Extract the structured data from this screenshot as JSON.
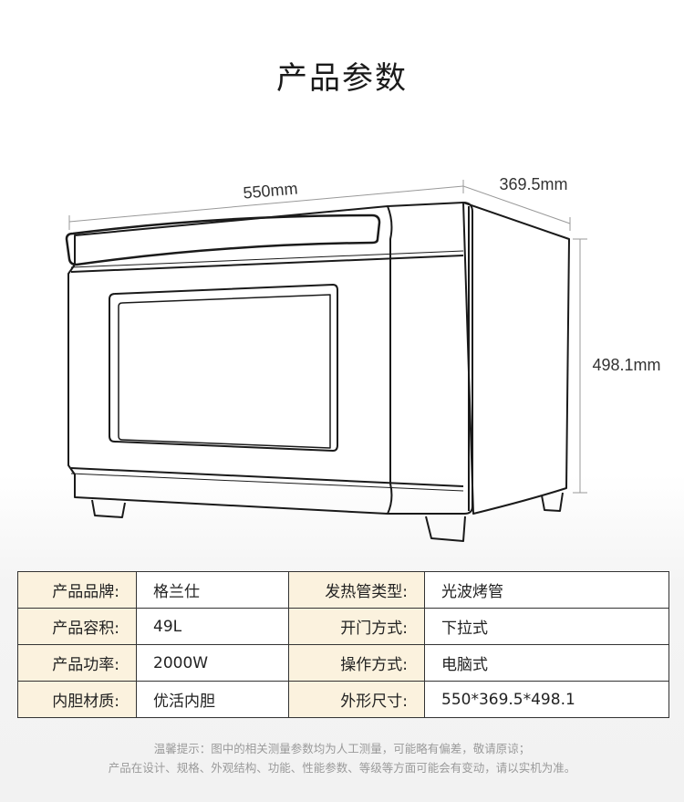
{
  "title": "产品参数",
  "dimensions": {
    "width": "550mm",
    "depth": "369.5mm",
    "height": "498.1mm"
  },
  "specs": [
    [
      {
        "label": "产品品牌:",
        "value": "格兰仕"
      },
      {
        "label": "发热管类型:",
        "value": "光波烤管"
      }
    ],
    [
      {
        "label": "产品容积:",
        "value": "49L"
      },
      {
        "label": "开门方式:",
        "value": "下拉式"
      }
    ],
    [
      {
        "label": "产品功率:",
        "value": "2000W"
      },
      {
        "label": "操作方式:",
        "value": "电脑式"
      }
    ],
    [
      {
        "label": "内胆材质:",
        "value": "优活内胆"
      },
      {
        "label": "外形尺寸:",
        "value": "550*369.5*498.1"
      }
    ]
  ],
  "notes": {
    "line1": "温馨提示：图中的相关测量参数均为人工测量，可能略有偏差，敬请原谅；",
    "line2": "产品在设计、规格、外观结构、功能、性能参数、等级等方面可能会有变动，请以实机为准。"
  }
}
